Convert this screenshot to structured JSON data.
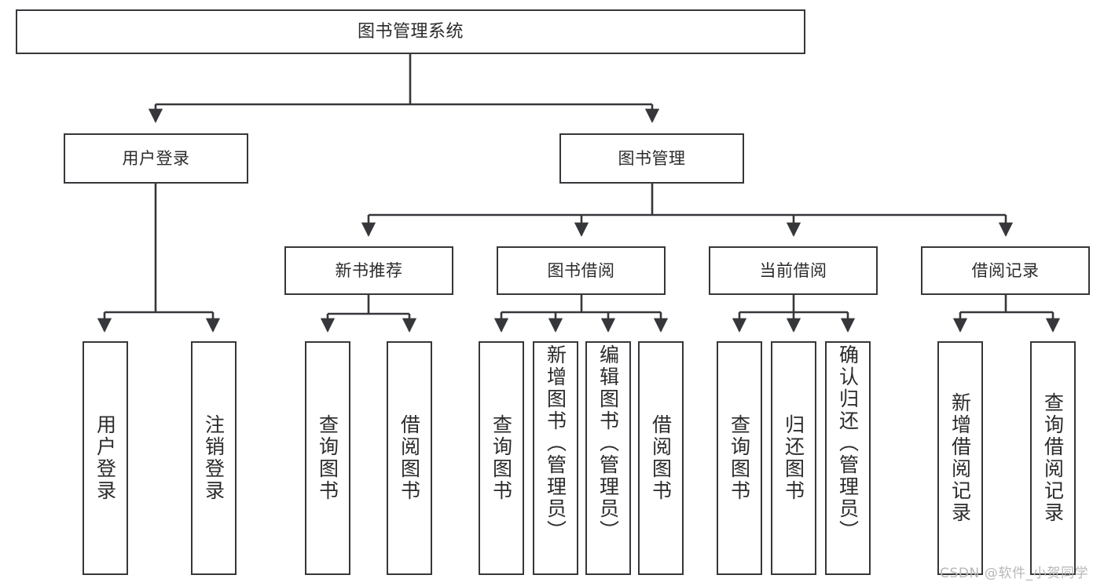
{
  "diagram": {
    "title": "图书管理系统",
    "type": "tree-hierarchy-chart",
    "watermark": "CSDN @软件_小贺同学",
    "colors": {
      "box_border": "#36373a",
      "box_fill": "#ffffff",
      "edge": "#36373a",
      "text": "#2b2b2b",
      "watermark": "#b7b7b7"
    },
    "levels": {
      "root": {
        "label": "图书管理系统"
      },
      "level2": [
        {
          "label": "用户登录"
        },
        {
          "label": "图书管理"
        }
      ],
      "level3": [
        {
          "label": "新书推荐"
        },
        {
          "label": "图书借阅"
        },
        {
          "label": "当前借阅"
        },
        {
          "label": "借阅记录"
        }
      ],
      "leaves": {
        "user_login": [
          {
            "label": "用户登录"
          },
          {
            "label": "注销登录"
          }
        ],
        "new_book_recommend": [
          {
            "label": "查询图书"
          },
          {
            "label": "借阅图书"
          }
        ],
        "book_borrow": [
          {
            "label": "查询图书"
          },
          {
            "label": "新增图书（管理员）"
          },
          {
            "label": "编辑图书（管理员）"
          },
          {
            "label": "借阅图书"
          }
        ],
        "current_borrow": [
          {
            "label": "查询图书"
          },
          {
            "label": "归还图书"
          },
          {
            "label": "确认归还（管理员）"
          }
        ],
        "borrow_record": [
          {
            "label": "新增借阅记录"
          },
          {
            "label": "查询借阅记录"
          }
        ]
      }
    }
  }
}
